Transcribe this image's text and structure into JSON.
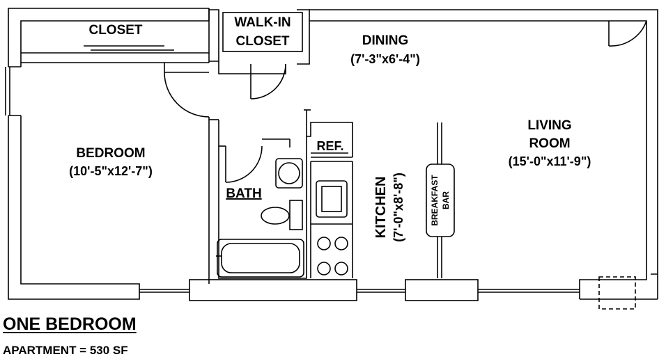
{
  "plan": {
    "title": "ONE BEDROOM",
    "subtitle": "APARTMENT = 530 SF",
    "rooms": {
      "closet": {
        "name": "CLOSET"
      },
      "walkin": {
        "name_line1": "WALK-IN",
        "name_line2": "CLOSET"
      },
      "dining": {
        "name": "DINING",
        "dims": "(7'-3\"x6'-4\")"
      },
      "living": {
        "name_line1": "LIVING",
        "name_line2": "ROOM",
        "dims": "(15'-0\"x11'-9\")"
      },
      "bedroom": {
        "name": "BEDROOM",
        "dims": "(10'-5\"x12'-7\")"
      },
      "bath": {
        "name": "BATH"
      },
      "kitchen": {
        "name": "KITCHEN",
        "dims": "(7'-0\"x8'-8\")"
      },
      "ref": {
        "name": "REF."
      },
      "breakfast_bar": {
        "line1": "BREAKFAST",
        "line2": "BAR"
      }
    }
  }
}
